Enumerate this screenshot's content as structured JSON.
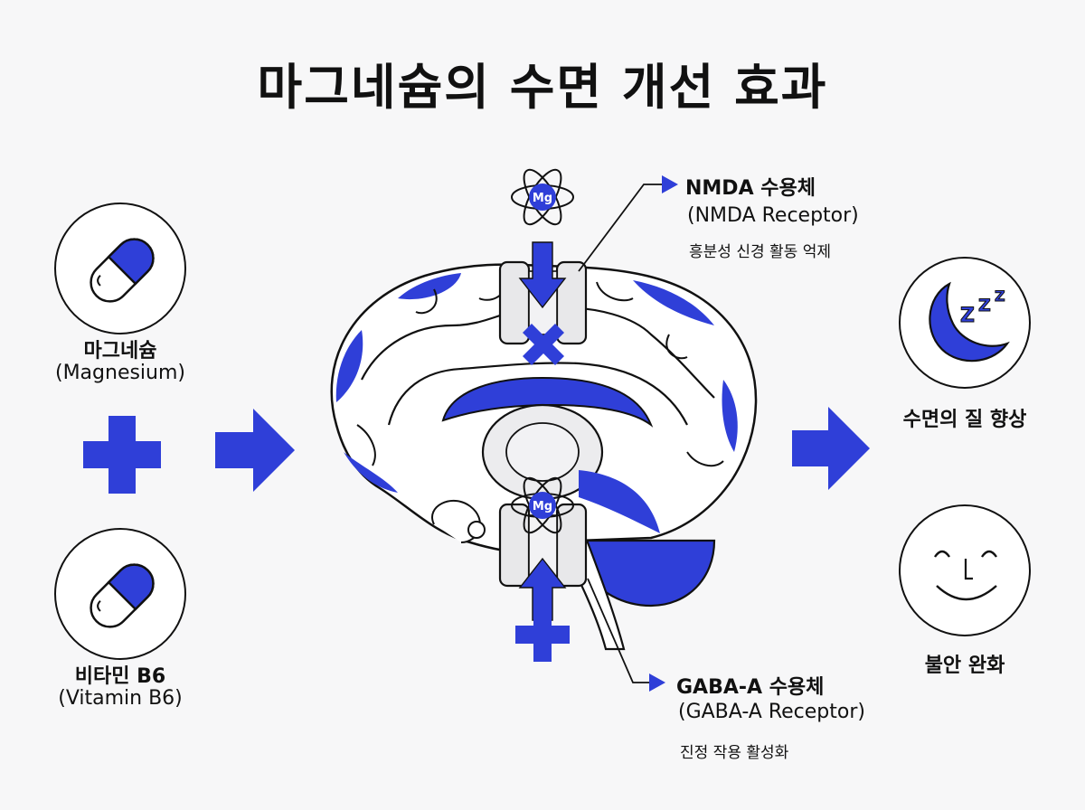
{
  "title": "마그네슘의 수면 개선 효과",
  "colors": {
    "accent": "#2f3fd8",
    "stroke": "#111111",
    "background": "#f7f7f8"
  },
  "left": {
    "magnesium": {
      "name": "마그네슘",
      "sub": "(Magnesium)",
      "icon": "capsule-icon"
    },
    "vitamin": {
      "name": "비타민 B6",
      "sub": "(Vitamin B6)",
      "icon": "capsule-icon"
    }
  },
  "center": {
    "mg_label": "Mg",
    "nmda": {
      "title": "NMDA 수용체",
      "sub": "(NMDA Receptor)",
      "desc": "흥분성 신경 활동 억제"
    },
    "gaba": {
      "title": "GABA-A 수용체",
      "sub": "(GABA-A Receptor)",
      "desc": "진정 작용 활성화"
    }
  },
  "right": {
    "sleep": {
      "label": "수면의 질 향상",
      "icon": "moon-zzz-icon",
      "z": "Z"
    },
    "anxiety": {
      "label": "불안 완화",
      "icon": "smiley-icon"
    }
  }
}
